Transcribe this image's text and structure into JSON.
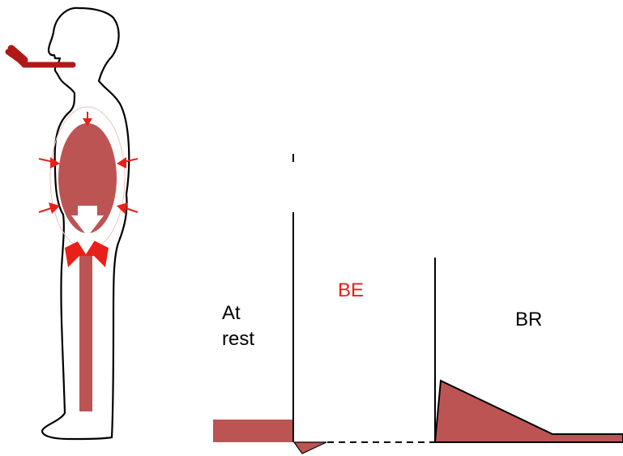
{
  "labels": {
    "at_rest": "At\nrest",
    "be": "BE",
    "br": "BR"
  },
  "colors": {
    "fill": "#bd5454",
    "arrow_red": "#e8201a",
    "tube": "#b01818",
    "outline": "#000000",
    "label_be": "#e8201a"
  },
  "icons": {
    "figure": "human-silhouette",
    "lung": "lung-ellipse",
    "chest_arrows": "compression-arrows",
    "mouthpiece": "breathing-tube"
  }
}
